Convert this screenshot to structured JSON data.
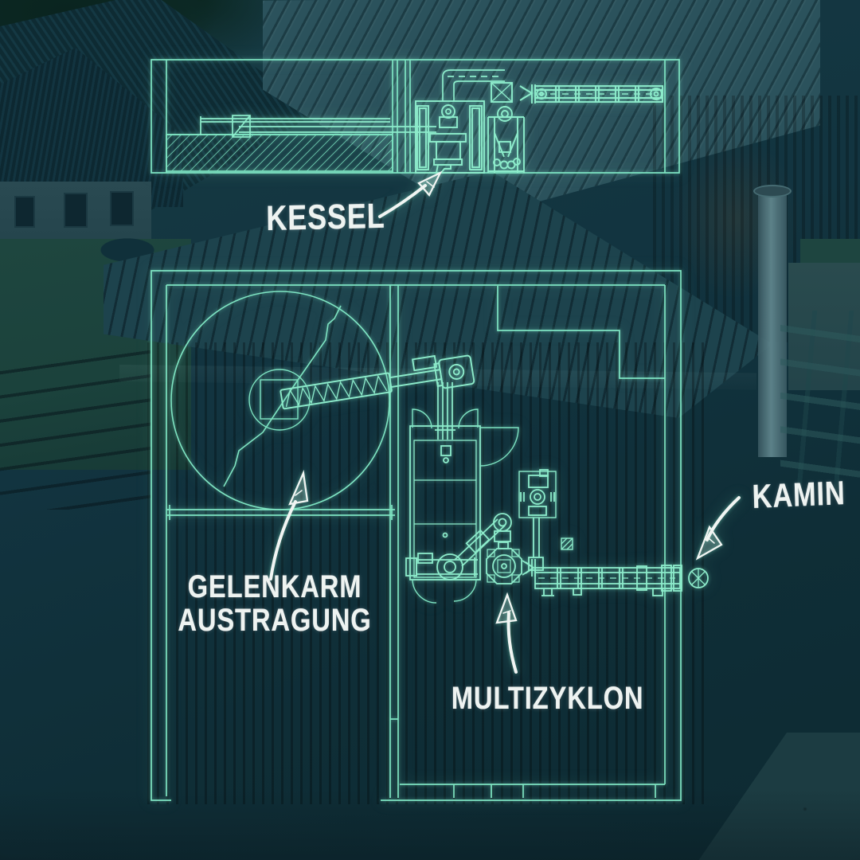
{
  "annotations": {
    "kessel": "KESSEL",
    "gelenkarm_line1": "GELENKARM",
    "gelenkarm_line2": "AUSTRAGUNG",
    "multizyklon": "MULTIZYKLON",
    "kamin": "KAMIN"
  },
  "colors": {
    "blueprint_line": "#7ee4c2",
    "blueprint_line_bright": "#9defd0",
    "label_chalk": "#eef3f1",
    "arrow_white": "#f1f5f3",
    "photo_overlay_teal": "#12333c"
  }
}
